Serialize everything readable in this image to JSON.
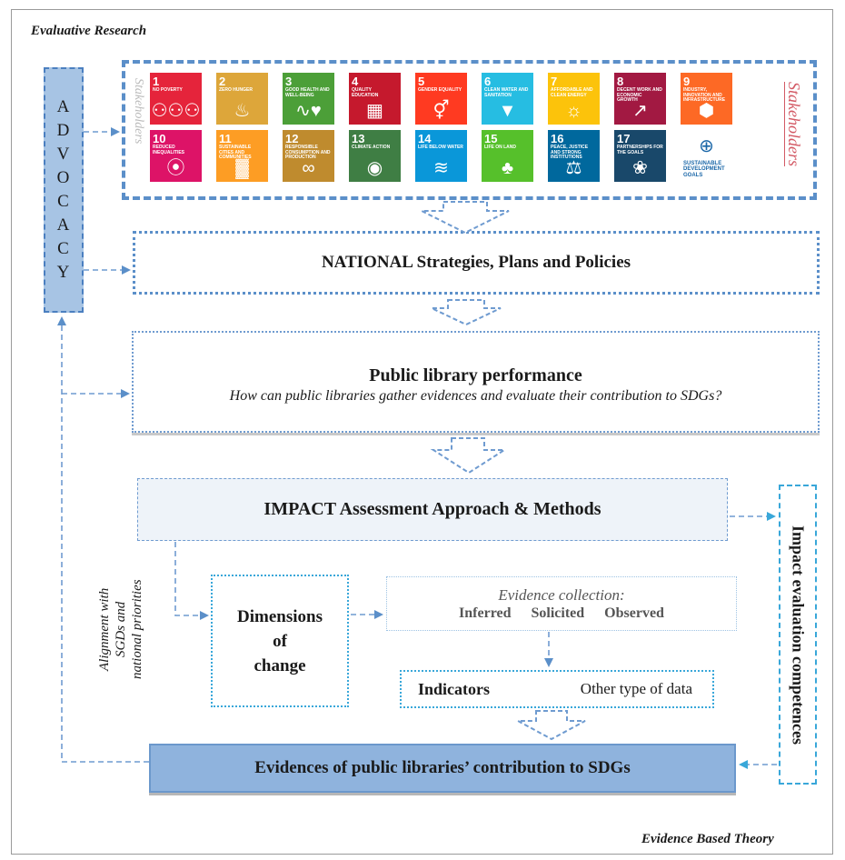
{
  "header": {
    "top_left": "Evaluative Research",
    "bottom_right": "Evidence Based Theory"
  },
  "advocacy": {
    "letters": [
      "A",
      "D",
      "V",
      "O",
      "C",
      "A",
      "C",
      "Y"
    ]
  },
  "stakeholders_label": "Stakeholders",
  "sdgs": [
    {
      "num": "1",
      "label": "No poverty",
      "color": "#e5243b",
      "icon": "people-icon",
      "glyph": "⚇⚇⚇"
    },
    {
      "num": "2",
      "label": "Zero hunger",
      "color": "#dda63a",
      "icon": "bowl-icon",
      "glyph": "♨"
    },
    {
      "num": "3",
      "label": "Good health and well-being",
      "color": "#4c9f38",
      "icon": "heartbeat-icon",
      "glyph": "∿♥"
    },
    {
      "num": "4",
      "label": "Quality education",
      "color": "#c5192d",
      "icon": "book-icon",
      "glyph": "▦"
    },
    {
      "num": "5",
      "label": "Gender equality",
      "color": "#ff3a21",
      "icon": "gender-icon",
      "glyph": "⚥"
    },
    {
      "num": "6",
      "label": "Clean water and sanitation",
      "color": "#26bde2",
      "icon": "water-icon",
      "glyph": "▼"
    },
    {
      "num": "7",
      "label": "Affordable and clean energy",
      "color": "#fcc30b",
      "icon": "sun-icon",
      "glyph": "☼"
    },
    {
      "num": "8",
      "label": "Decent work and economic growth",
      "color": "#a21942",
      "icon": "growth-chart-icon",
      "glyph": "↗"
    },
    {
      "num": "9",
      "label": "Industry, innovation and infrastructure",
      "color": "#fd6925",
      "icon": "cubes-icon",
      "glyph": "⬢"
    },
    {
      "num": "10",
      "label": "Reduced inequalities",
      "color": "#dd1367",
      "icon": "equality-icon",
      "glyph": "⦿"
    },
    {
      "num": "11",
      "label": "Sustainable cities and communities",
      "color": "#fd9d24",
      "icon": "city-icon",
      "glyph": "▓"
    },
    {
      "num": "12",
      "label": "Responsible consumption and production",
      "color": "#bf8b2e",
      "icon": "infinity-icon",
      "glyph": "∞"
    },
    {
      "num": "13",
      "label": "Climate action",
      "color": "#3f7e44",
      "icon": "eye-globe-icon",
      "glyph": "◉"
    },
    {
      "num": "14",
      "label": "Life below water",
      "color": "#0a97d9",
      "icon": "fish-icon",
      "glyph": "≋"
    },
    {
      "num": "15",
      "label": "Life on land",
      "color": "#56c02b",
      "icon": "tree-icon",
      "glyph": "♣"
    },
    {
      "num": "16",
      "label": "Peace, justice and strong institutions",
      "color": "#00689d",
      "icon": "dove-icon",
      "glyph": "⚖"
    },
    {
      "num": "17",
      "label": "Partnerships for the goals",
      "color": "#19486a",
      "icon": "rings-icon",
      "glyph": "❀"
    },
    {
      "num": "",
      "label": "Sustainable Development Goals",
      "color": "#ffffff",
      "icon": "un-emblem-icon",
      "glyph": "⊕",
      "logo": true
    }
  ],
  "national": {
    "title": "NATIONAL Strategies, Plans and Policies"
  },
  "performance": {
    "title": "Public library performance",
    "question": "How can public libraries gather evidences and evaluate their contribution to SDGs?"
  },
  "impact": {
    "title": "IMPACT Assessment Approach & Methods"
  },
  "alignment": {
    "line1": "Alignment with",
    "line2": "SGDs and",
    "line3": "national priorities"
  },
  "dimensions": {
    "line1": "Dimensions",
    "line2": "of",
    "line3": "change"
  },
  "evidence_collection": {
    "title": "Evidence collection:",
    "types": [
      "Inferred",
      "Solicited",
      "Observed"
    ]
  },
  "indicators": {
    "label": "Indicators",
    "other": "Other type of data"
  },
  "evidences": {
    "title": "Evidences of public libraries’ contribution to SDGs"
  },
  "competences": {
    "title": "Impact evaluation competences"
  },
  "colors": {
    "accent": "#5b8fc9",
    "advocacy_fill": "#a7c4e4",
    "evidences_fill": "#8fb3dd",
    "cyan": "#39a7d9"
  }
}
